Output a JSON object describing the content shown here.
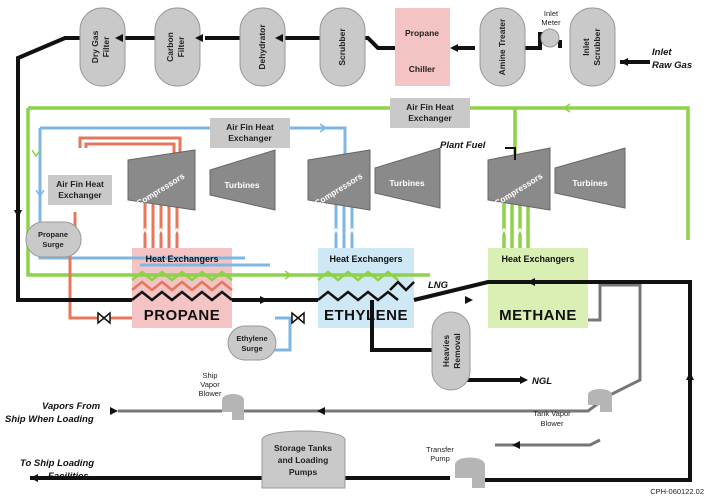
{
  "labels": {
    "dry_gas_filter": [
      "Dry Gas",
      "Filter"
    ],
    "carbon_filter": [
      "Carbon",
      "Filter"
    ],
    "dehydrator": "Dehydrator",
    "scrubber": "Scrubber",
    "propane_chiller": [
      "Propane",
      "Chiller"
    ],
    "amine_treater": "Amine Treater",
    "inlet_meter": [
      "Inlet",
      "Meter"
    ],
    "inlet_scrubber": [
      "Inlet",
      "Scrubber"
    ],
    "inlet_raw_gas": [
      "Inlet",
      "Raw Gas"
    ],
    "air_fin_top": [
      "Air Fin Heat",
      "Exchanger"
    ],
    "air_fin_mid": [
      "Air Fin Heat",
      "Exchanger"
    ],
    "air_fin_left": [
      "Air Fin Heat",
      "Exchanger"
    ],
    "plant_fuel": "Plant Fuel",
    "compressors_1": "Compressors",
    "compressors_2": "Compressors",
    "compressors_3": "Compressors",
    "turbines_1": "Turbines",
    "turbines_2": "Turbines",
    "turbines_3": "Turbines",
    "propane_surge": [
      "Propane",
      "Surge"
    ],
    "heat_exchangers_1": "Heat Exchangers",
    "heat_exchangers_2": "Heat Exchangers",
    "heat_exchangers_3": "Heat Exchangers",
    "lng": "LNG",
    "propane": "PROPANE",
    "ethylene": "ETHYLENE",
    "methane": "METHANE",
    "ethylene_surge": [
      "Ethylene",
      "Surge"
    ],
    "heavies_removal": [
      "Heavies",
      "Removal"
    ],
    "ngl": "NGL",
    "ship_vapor_blower": [
      "Ship",
      "Vapor",
      "Blower"
    ],
    "tank_vapor_blower": [
      "Tank Vapor",
      "Blower"
    ],
    "vapors_from_ship": [
      "Vapors From",
      "Ship When Loading"
    ],
    "storage_tanks": [
      "Storage Tanks",
      "and Loading",
      "Pumps"
    ],
    "to_ship_loading": [
      "To Ship Loading",
      "Facilities"
    ],
    "transfer_pump": [
      "Transfer",
      "Pump"
    ],
    "doc_id": "CPH-060122.02"
  },
  "colors": {
    "main_line": "#111111",
    "green_line": "#8ed14a",
    "propane_red": "#e5775b",
    "ethylene_blue": "#7fb7e4",
    "grey_line": "#777777",
    "propane_zone": "#f4c3c3",
    "ethylene_zone": "#cfe8f6",
    "methane_zone": "#d9efb4",
    "vessel_grey": "#c9c9c9"
  }
}
